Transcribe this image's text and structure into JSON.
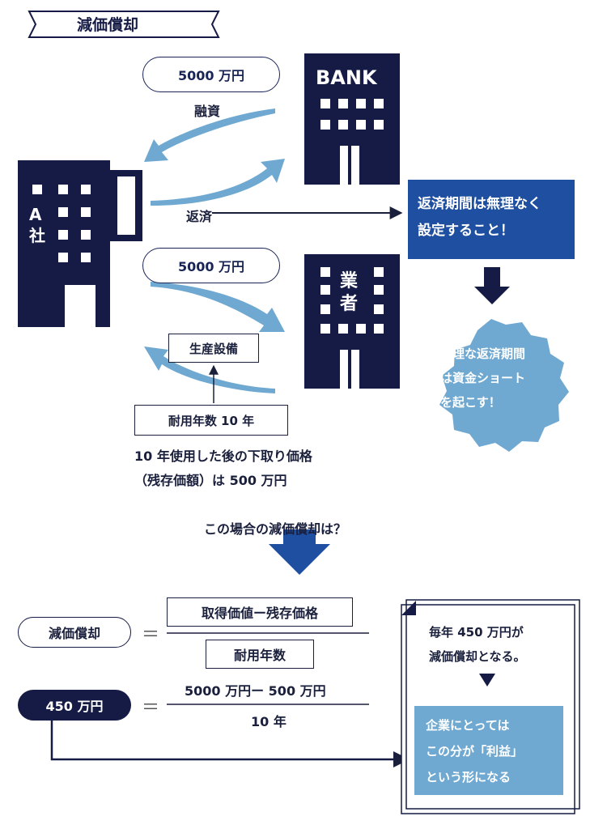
{
  "title": "減価償却",
  "bank": {
    "name": "BANK"
  },
  "company_a": {
    "label": "A社"
  },
  "vendor": {
    "label": "業者"
  },
  "loan": {
    "amount": "5000 万円",
    "label": "融資"
  },
  "repay": {
    "label": "返済"
  },
  "purchase": {
    "amount": "5000 万円",
    "asset": "生産設備"
  },
  "useful_life": "耐用年数 10 年",
  "residual_note": [
    "10 年使用した後の下取り価格",
    "（残存価額）は 500 万円"
  ],
  "advice": [
    "返済期間は無理なく",
    "設定すること！"
  ],
  "warning": [
    "無理な返済期間",
    "は資金ショート",
    "を起こす！"
  ],
  "question": "この場合の減価償却は？",
  "formula": {
    "lhs": "減価償却",
    "numerator": "取得価値ー残存価格",
    "denominator": "耐用年数",
    "equals": "＝"
  },
  "calculation": {
    "result": "450 万円",
    "numerator": "5000 万円ー 500 万円",
    "denominator": "10 年",
    "equals": "＝"
  },
  "note": {
    "lines": [
      "毎年 450 万円が",
      "減価償却となる。"
    ],
    "highlight": [
      "企業にとっては",
      "この分が「利益」",
      "という形になる"
    ]
  },
  "colors": {
    "navy": "#151b45",
    "blue": "#1f4fa0",
    "light_blue": "#6fa8d0"
  }
}
